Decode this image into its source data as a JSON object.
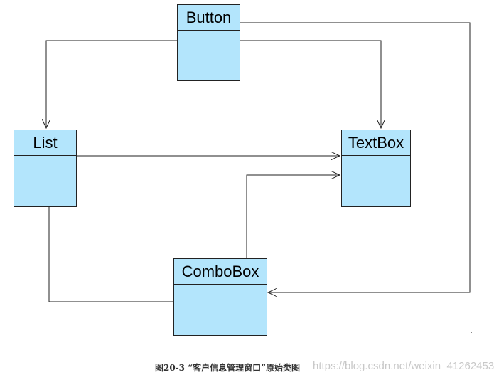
{
  "diagram": {
    "classes": {
      "button": "Button",
      "list": "List",
      "textbox": "TextBox",
      "combobox": "ComboBox"
    },
    "fill_color": "#b3e5fc",
    "line_color": "#222222"
  },
  "caption": "图20-3 “客户信息管理窗口”原始类图",
  "watermark": "https://blog.csdn.net/weixin_41262453"
}
